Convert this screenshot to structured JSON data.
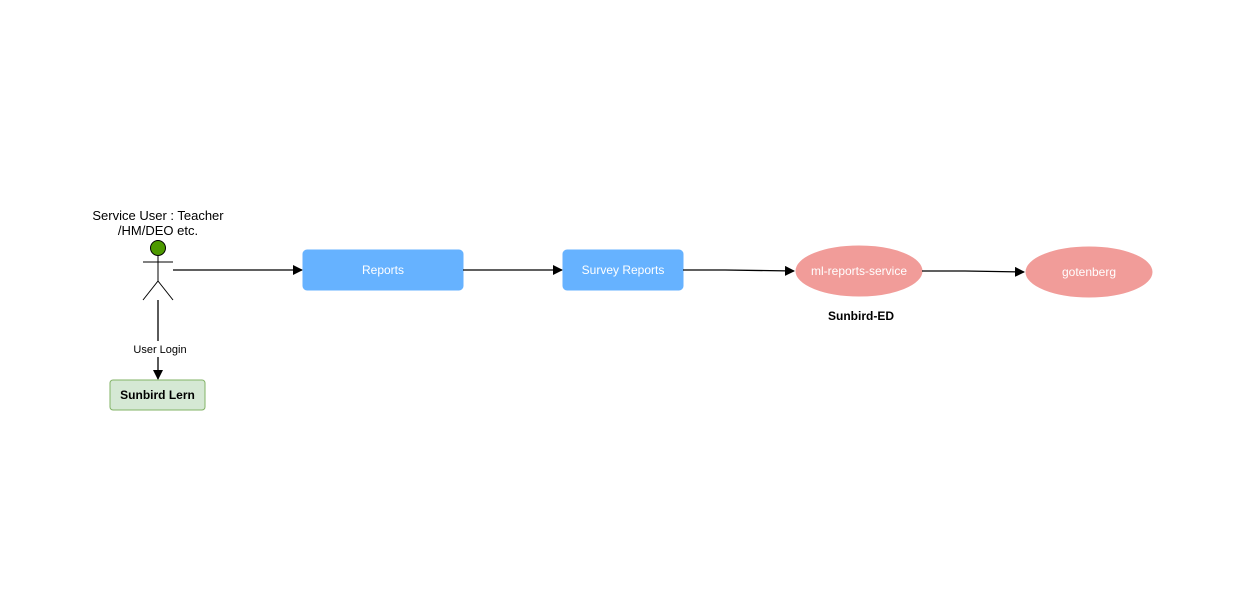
{
  "actor": {
    "label_line1": "Service User : Teacher",
    "label_line2": "/HM/DEO etc.",
    "head_color": "#4d9900"
  },
  "nodes": {
    "reports": {
      "label": "Reports",
      "color": "#66b2ff"
    },
    "survey_reports": {
      "label": "Survey Reports",
      "color": "#66b2ff"
    },
    "ml_reports_service": {
      "label": "ml-reports-service",
      "color": "#f19c99"
    },
    "gotenberg": {
      "label": "gotenberg",
      "color": "#f19c99"
    },
    "sunbird_lern": {
      "label": "Sunbird Lern",
      "color": "#d5e8d4",
      "border": "#82b366"
    }
  },
  "edges": {
    "user_login": {
      "label": "User Login"
    }
  },
  "group_labels": {
    "sunbird_ed": "Sunbird-ED"
  }
}
